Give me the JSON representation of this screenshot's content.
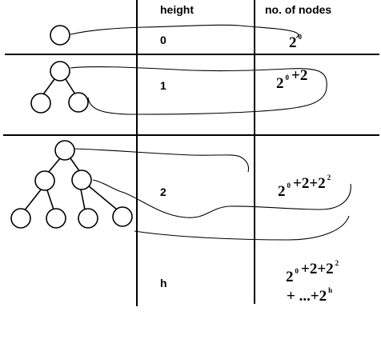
{
  "table": {
    "headers": {
      "height": "height",
      "nodes": "no. of nodes"
    },
    "rows": [
      {
        "height": "0",
        "nodes_line1": [
          {
            "t": "2",
            "sup": "0"
          }
        ]
      },
      {
        "height": "1",
        "nodes_line1": [
          {
            "t": "2",
            "sup": "0"
          },
          {
            "t": "+2"
          }
        ]
      },
      {
        "height": "2",
        "nodes_line1": [
          {
            "t": "2",
            "sup": "0"
          },
          {
            "t": "+2+2",
            "sup": "2"
          }
        ]
      },
      {
        "height": "h",
        "nodes_line1": [
          {
            "t": "2",
            "sup": "0"
          },
          {
            "t": "+2+2",
            "sup": "2"
          }
        ],
        "nodes_line2": [
          {
            "t": "+ ...+2",
            "sup": "h"
          }
        ]
      }
    ]
  },
  "colors": {
    "ink": "#000000",
    "background": "#ffffff"
  }
}
